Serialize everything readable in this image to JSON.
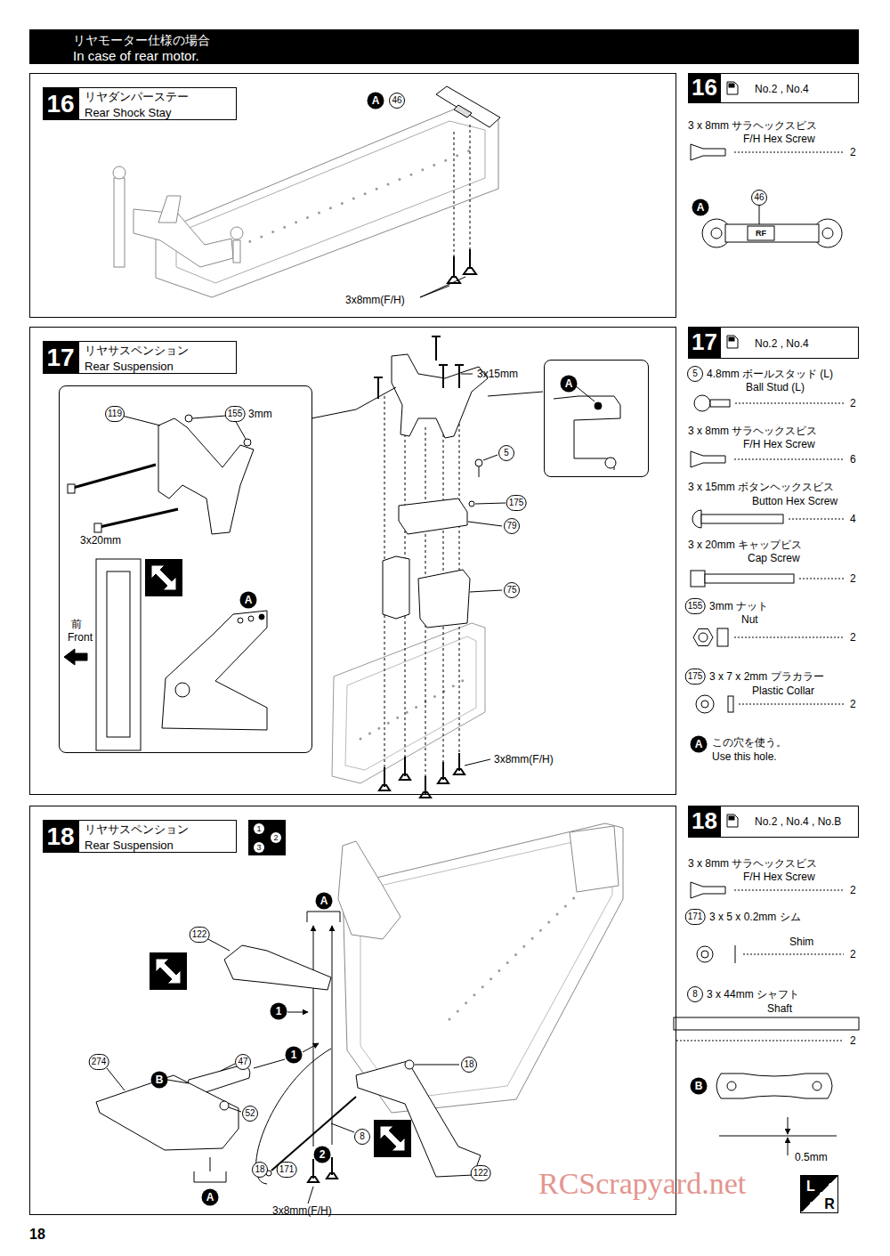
{
  "diagram": {
    "nodes": [
      {
        "text": [
          "リヤモーター仕様の場合",
          "In case of rear motor."
        ]
      },
      {
        "text": [
          "16"
        ]
      },
      {
        "text": [
          "リヤダンパーステー",
          "Rear Shock Stay"
        ],
        "in": 1
      },
      {
        "text": [
          "16",
          "No.2 , No.4"
        ]
      },
      {
        "text": [
          "17"
        ]
      },
      {
        "text": [
          "リヤサスペンション",
          "Rear Suspension"
        ],
        "in": 4
      },
      {
        "text": [
          "119",
          "155",
          "3mm",
          "3x20mm",
          "前",
          "Front",
          "A"
        ],
        "in": 4
      },
      {
        "text": [
          "A"
        ],
        "in": 4
      },
      {
        "text": [
          "17",
          "No.2 , No.4"
        ]
      },
      {
        "text": [
          "18"
        ]
      },
      {
        "text": [
          "リヤサスペンション",
          "Rear Suspension"
        ],
        "in": 9
      },
      {
        "text": [
          "1",
          "2",
          "3"
        ],
        "in": 9
      },
      {
        "text": [
          "L",
          "R"
        ]
      },
      {
        "text": [
          "18",
          "No.2 , No.4 , No.B"
        ]
      }
    ],
    "labels": [
      "A",
      "46",
      "3x8mm(F/H)",
      "3 x 8mm サラヘックスビス",
      "F/H Hex Screw",
      "2",
      "A",
      "46",
      "RF",
      "3x15mm",
      "5",
      "175",
      "79",
      "75",
      "3x8mm(F/H)",
      "5",
      "4.8mm ボールスタッド (L)",
      "Ball Stud (L)",
      "2",
      "3 x 8mm サラヘックスビス",
      "F/H Hex Screw",
      "6",
      "3 x 15mm ボタンヘックスビス",
      "Button Hex Screw",
      "4",
      "3 x 20mm キャップビス",
      "Cap Screw",
      "2",
      "155",
      "3mm ナット",
      "Nut",
      "2",
      "175",
      "3 x 7 x 2mm プラカラー",
      "Plastic Collar",
      "2",
      "A",
      "この穴を使う。",
      "Use this hole.",
      "A",
      "122",
      "1",
      "1",
      "274",
      "B",
      "47",
      "52",
      "18",
      "8",
      "18",
      "171",
      "2",
      "122",
      "A",
      "3x8mm(F/H)",
      "3 x 8mm サラヘックスビス",
      "F/H Hex Screw",
      "2",
      "171",
      "3 x 5 x 0.2mm シム",
      "Shim",
      "2",
      "8",
      "3 x 44mm シャフト",
      "Shaft",
      "2",
      "B",
      "0.5mm",
      "18",
      "RCScrapyard.net"
    ]
  }
}
